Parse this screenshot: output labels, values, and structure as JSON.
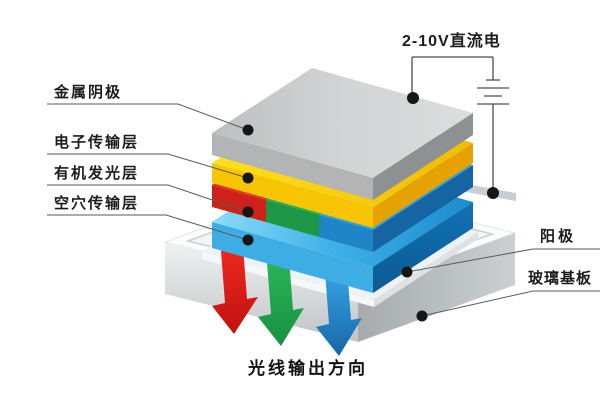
{
  "power_supply": {
    "label": "2-10V直流电"
  },
  "layer_labels": {
    "metal_cathode": "金属阴极",
    "electron_transport": "电子传输层",
    "organic_emitting": "有机发光层",
    "hole_transport": "空穴传输层",
    "anode": "阳极",
    "glass_substrate": "玻璃基板"
  },
  "output_label": "光线输出方向",
  "colors": {
    "cathode_gray": "#c9cbcd",
    "etl_yellow": "#ffd008",
    "eml_red_top": "#e93026",
    "eml_red_face": "#cd211a",
    "eml_green_top": "#27b053",
    "eml_green_face": "#1d9645",
    "eml_blue_top": "#2ba4e0",
    "eml_blue_face": "#1f85c6",
    "htl_blue_face": "#3dade3",
    "substrate_gray": "#d9dcdd",
    "arrow_red": "#d81b15",
    "arrow_green": "#1f9c48",
    "arrow_blue": "#1e7fc4",
    "wire": "#4d4d4d",
    "dot": "#161616"
  }
}
